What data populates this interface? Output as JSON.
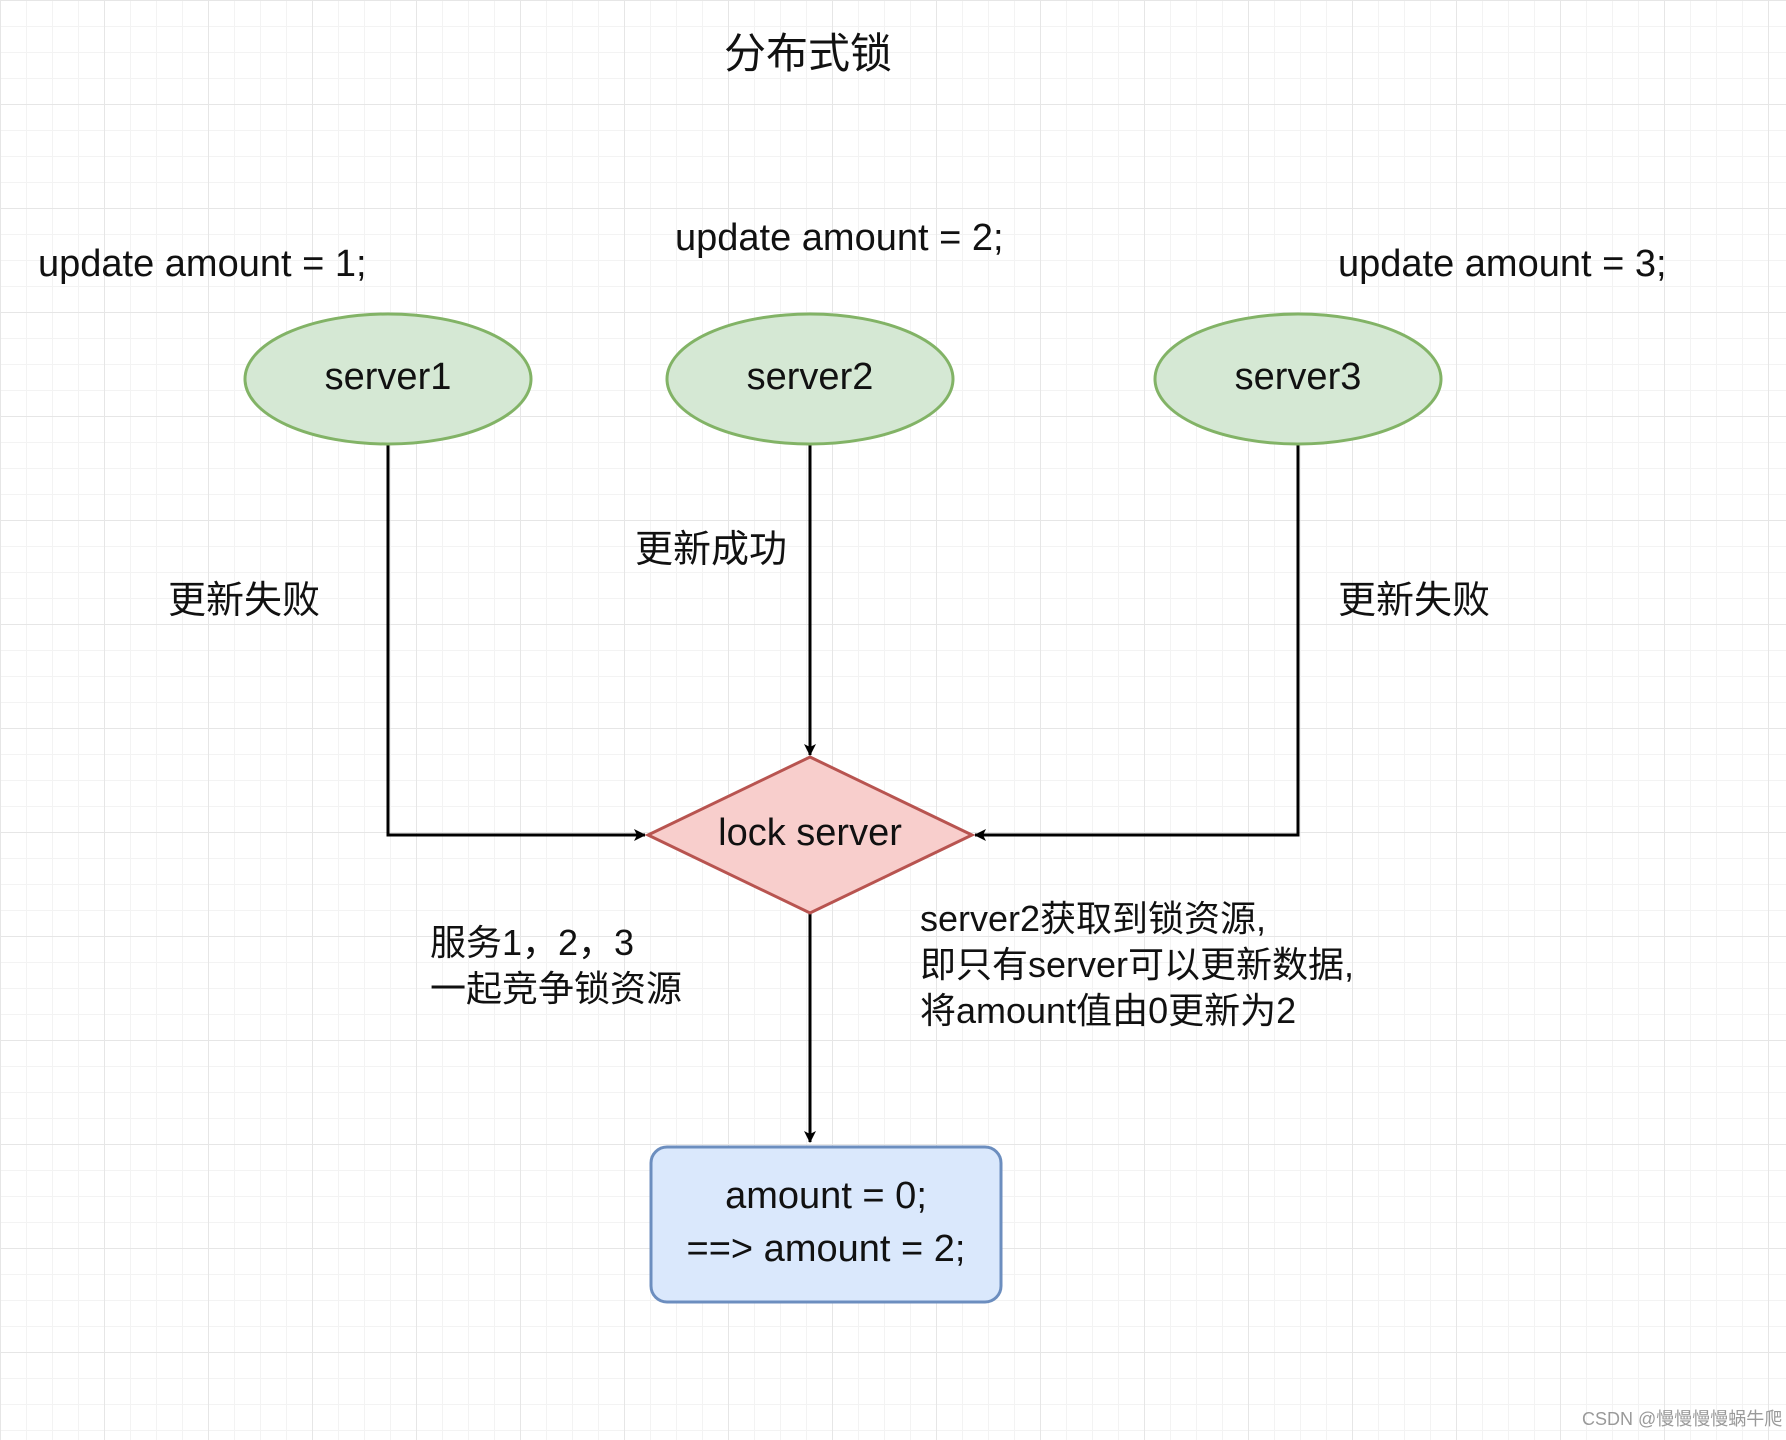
{
  "title": "分布式锁",
  "updates": [
    "update amount = 1;",
    "update amount = 2;",
    "update amount = 3;"
  ],
  "servers": [
    "server1",
    "server2",
    "server3"
  ],
  "lock_server": "lock server",
  "edges": [
    "更新失败",
    "更新成功",
    "更新失败"
  ],
  "notes": {
    "left": [
      "服务1，2，3",
      "一起竞争锁资源"
    ],
    "right": [
      "server2获取到锁资源,",
      "即只有server可以更新数据,",
      "将amount值由0更新为2"
    ]
  },
  "result_box": [
    "amount = 0;",
    "==> amount = 2;"
  ],
  "watermark": "CSDN @慢慢慢慢蜗牛爬",
  "colors": {
    "server_fill": "#d5e8d4",
    "server_stroke": "#82b366",
    "lock_fill": "#f8cecc",
    "lock_stroke": "#b85450",
    "result_fill": "#dae8fc",
    "result_stroke": "#6c8ebf",
    "line": "#000000"
  }
}
